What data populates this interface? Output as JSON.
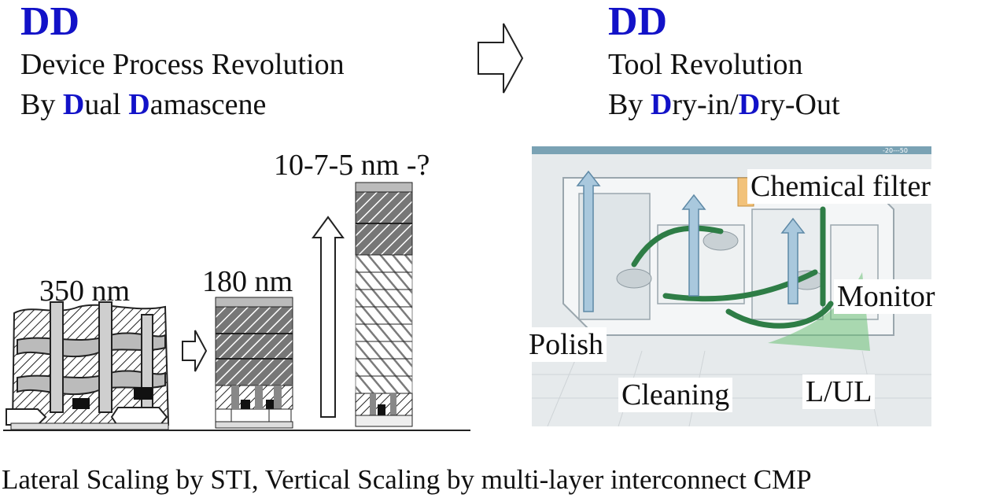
{
  "left": {
    "dd": "DD",
    "line1": "Device Process Revolution",
    "line2": {
      "prefix": "By ",
      "d1": "D",
      "mid": "ual ",
      "d2": "D",
      "suffix": "amascene"
    }
  },
  "right": {
    "dd": "DD",
    "line1": "Tool Revolution",
    "line2": {
      "prefix": "By ",
      "d1": "D",
      "mid": "ry-in/",
      "d2": "D",
      "suffix": "ry-Out"
    }
  },
  "nodes": {
    "n350": "350 nm",
    "n180": "180 nm",
    "nfuture": "10-7-5 nm -?"
  },
  "tool_labels": {
    "chemical_filter": "Chemical filter",
    "monitor": "Monitor",
    "polish": "Polish",
    "cleaning": "Cleaning",
    "lul": "L/UL",
    "scale_hint": "-20---50"
  },
  "caption": "Lateral Scaling by STI, Vertical Scaling by multi-layer interconnect CMP",
  "colors": {
    "accent": "#1212c8",
    "green": "#2e7d46",
    "tool_bg": "#e6eaec"
  }
}
